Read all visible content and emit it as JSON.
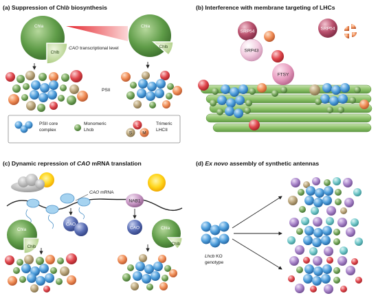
{
  "panels": {
    "a": {
      "letter": "(a)",
      "title_pre": "Suppression of Chl",
      "title_b": "b",
      "title_post": " biosynthesis",
      "cao": "CAO",
      "cao_rest": " transcriptional level",
      "psii": "PSII"
    },
    "b": {
      "letter": "(b)",
      "title": "Interference with membrane targeting of LHCs"
    },
    "c": {
      "letter": "(c)",
      "title_pre": "Dynamic repression of ",
      "title_it": "CAO",
      "title_post": " mRNA translation",
      "mrna_it": "CAO",
      "mrna_rest": " mRNA"
    },
    "d": {
      "letter": "(d)",
      "title_it": "Ex novo",
      "title_post": " assembly of synthetic antennas",
      "genotype_it": "Lhcb",
      "genotype_rest": " KO",
      "genotype_line2": "genotype"
    }
  },
  "pie": {
    "chla": "Chla",
    "chlb": "Chlb"
  },
  "legend": {
    "core_line1": "PSII core",
    "core_line2": "complex",
    "mono_line1": "Monomeric",
    "mono_line2": "Lhcb",
    "tri_line1": "Trimeric",
    "tri_line2": "LHCII",
    "s": "S",
    "l": "L",
    "m": "M"
  },
  "proteins": {
    "srp54": "SRP54",
    "srp43": "SRP43",
    "ftsy": "FTSY",
    "cao": "CAO",
    "nab1": "NAB1"
  },
  "colors": {
    "core": "#4a9ad8",
    "mono": "#74a05c",
    "s_trimer": "#b8a67c",
    "l_trimer": "#e0494f",
    "m_trimer": "#f08c54",
    "purple": "#a683c6",
    "teal": "#6ec6c8",
    "chla": "#5c9a46",
    "chlb": "#a9c97c",
    "membrane": "#8fc46a",
    "srp": "#b44f6b",
    "cao_protein": "#5a6fb4"
  }
}
